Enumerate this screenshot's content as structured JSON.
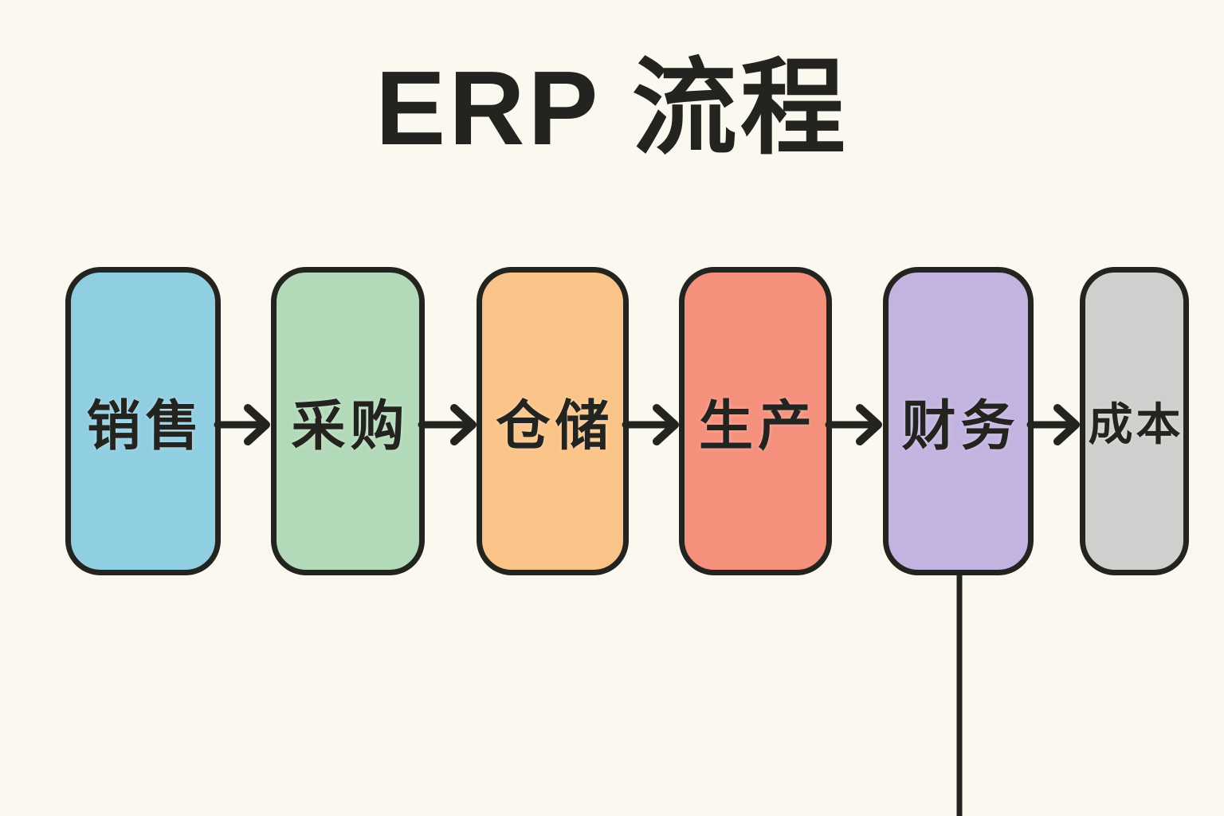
{
  "title": "ERP 流程",
  "colors": {
    "background": "#fbf8ef",
    "stroke": "#232320",
    "text": "#232320"
  },
  "diagram": {
    "nodes": [
      {
        "name": "sales",
        "label": "销售",
        "color": "#90cee2"
      },
      {
        "name": "procurement",
        "label": "采购",
        "color": "#b2dab8"
      },
      {
        "name": "warehousing",
        "label": "仓储",
        "color": "#fac489"
      },
      {
        "name": "production",
        "label": "生产",
        "color": "#f4907c"
      },
      {
        "name": "finance",
        "label": "财务",
        "color": "#c3b3e0"
      },
      {
        "name": "cost",
        "label": "成本",
        "color": "#cfcfce"
      }
    ],
    "connections": [
      {
        "from": "sales",
        "to": "procurement",
        "type": "arrow-right"
      },
      {
        "from": "procurement",
        "to": "warehousing",
        "type": "arrow-right"
      },
      {
        "from": "warehousing",
        "to": "production",
        "type": "arrow-right"
      },
      {
        "from": "production",
        "to": "finance",
        "type": "arrow-right"
      },
      {
        "from": "finance",
        "to": "cost",
        "type": "arrow-right"
      },
      {
        "from": "finance",
        "to": "bottom-edge",
        "type": "line-down"
      }
    ]
  }
}
